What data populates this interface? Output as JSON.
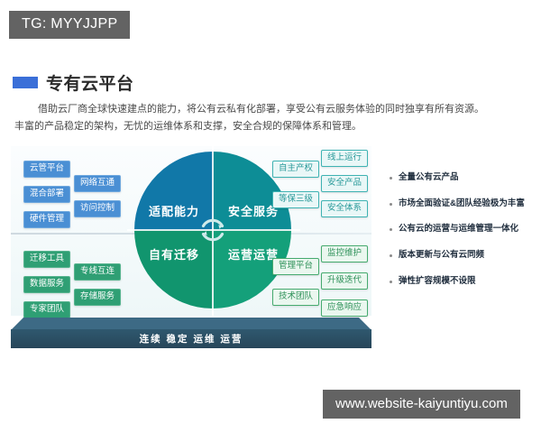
{
  "top_badge": {
    "text": "TG: MYYJJPP"
  },
  "header": {
    "title": "专有云平台",
    "accent_color": "#3a6fd8"
  },
  "description": {
    "line1": "借助云厂商全球快速建点的能力，将公有云私有化部署，享受公有云服务体验的同时独享有所有资源。",
    "line2": "丰富的产品稳定的架构，无忧的运维体系和支撑，安全合规的保障体系和管理。"
  },
  "diagram": {
    "quadrants": [
      {
        "key": "top_left",
        "label": "适配能力",
        "color": "#1178a8"
      },
      {
        "key": "top_right",
        "label": "安全服务",
        "color": "#0d8d96"
      },
      {
        "key": "bottom_left",
        "label": "自有迁移",
        "color": "#11956e"
      },
      {
        "key": "bottom_right",
        "label": "运营运营",
        "color": "#14a07a"
      }
    ],
    "center_icon": "sync-arrows-icon",
    "left_top_tags": [
      {
        "label": "云管平台",
        "style": "blue"
      },
      {
        "label": "混合部署",
        "style": "blue"
      },
      {
        "label": "硬件管理",
        "style": "blue"
      },
      {
        "label": "网络互通",
        "style": "blue"
      },
      {
        "label": "访问控制",
        "style": "blue"
      }
    ],
    "left_bottom_tags": [
      {
        "label": "迁移工具",
        "style": "green"
      },
      {
        "label": "数据服务",
        "style": "green"
      },
      {
        "label": "专家团队",
        "style": "green"
      },
      {
        "label": "专线互连",
        "style": "green"
      },
      {
        "label": "存储服务",
        "style": "green"
      }
    ],
    "right_top_tags": [
      {
        "label": "自主产权",
        "style": "teal-outline"
      },
      {
        "label": "等保三级",
        "style": "teal-outline"
      },
      {
        "label": "线上运行",
        "style": "teal-outline"
      },
      {
        "label": "安全产品",
        "style": "teal-outline"
      },
      {
        "label": "安全体系",
        "style": "teal-outline"
      }
    ],
    "right_bottom_tags": [
      {
        "label": "管理平台",
        "style": "green-outline"
      },
      {
        "label": "技术团队",
        "style": "green-outline"
      },
      {
        "label": "监控维护",
        "style": "green-outline"
      },
      {
        "label": "升级迭代",
        "style": "green-outline"
      },
      {
        "label": "应急响应",
        "style": "green-outline"
      }
    ],
    "base_slab_text": "连续 稳定 运维 运营"
  },
  "bullets": [
    {
      "text": "全量公有云产品"
    },
    {
      "text": "市场全面验证&团队经验极为丰富"
    },
    {
      "text": "公有云的运营与运维管理一体化"
    },
    {
      "text": "版本更新与公有云同频"
    },
    {
      "text": "弹性扩容规模不设限"
    }
  ],
  "watermark": {
    "text": "www.website-kaiyuntiyu.com"
  }
}
